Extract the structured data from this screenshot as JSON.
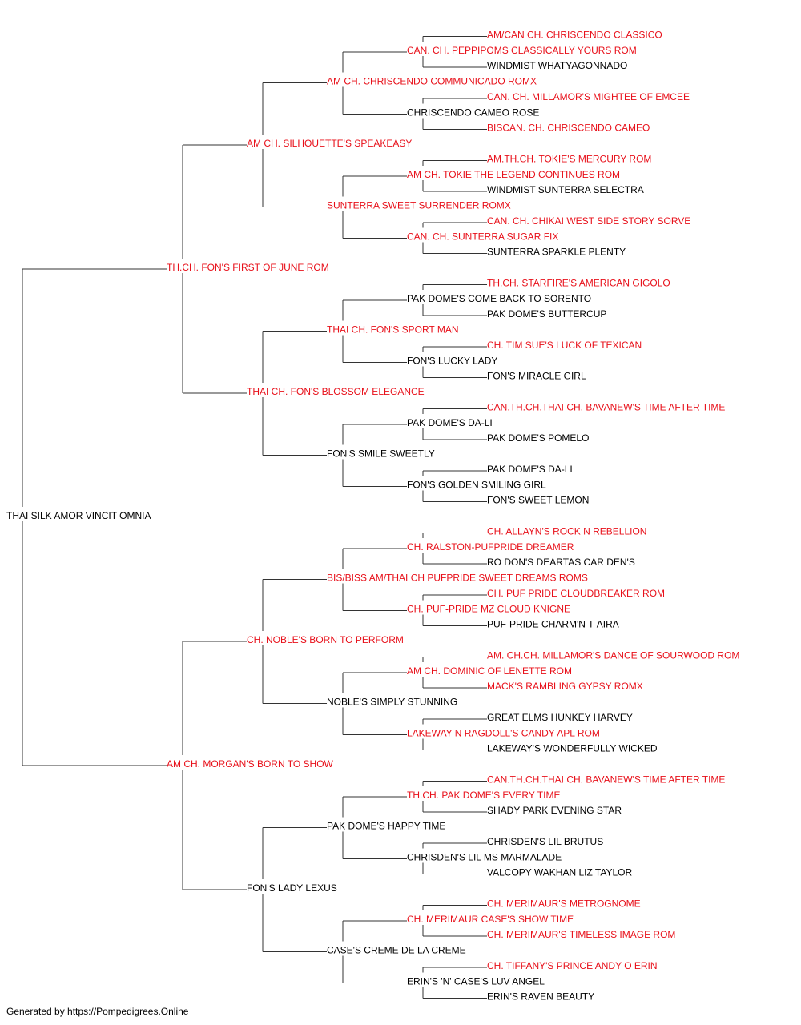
{
  "colors": {
    "champion": "#e8101a",
    "normal": "#000000",
    "lines": "#333333"
  },
  "footer": "Generated by https://Pompedigrees.Online",
  "pedigree": {
    "name": "THAI SILK AMOR VINCIT OMNIA",
    "champion": false,
    "sire": {
      "name": "TH.CH. FON'S FIRST OF JUNE ROM",
      "champion": true,
      "sire": {
        "name": "AM CH. SILHOUETTE'S SPEAKEASY",
        "champion": true,
        "sire": {
          "name": "AM CH. CHRISCENDO COMMUNICADO ROMX",
          "champion": true,
          "sire": {
            "name": "CAN. CH. PEPPIPOMS CLASSICALLY YOURS ROM",
            "champion": true,
            "sire": {
              "name": "AM/CAN CH. CHRISCENDO CLASSICO",
              "champion": true
            },
            "dam": {
              "name": "WINDMIST WHATYAGONNADO",
              "champion": false
            }
          },
          "dam": {
            "name": "CHRISCENDO CAMEO ROSE",
            "champion": false,
            "sire": {
              "name": "CAN. CH. MILLAMOR'S MIGHTEE OF EMCEE",
              "champion": true
            },
            "dam": {
              "name": "BISCAN. CH. CHRISCENDO CAMEO",
              "champion": true
            }
          }
        },
        "dam": {
          "name": "SUNTERRA SWEET SURRENDER ROMX",
          "champion": true,
          "sire": {
            "name": "AM CH. TOKIE THE LEGEND CONTINUES ROM",
            "champion": true,
            "sire": {
              "name": "AM.TH.CH. TOKIE'S MERCURY ROM",
              "champion": true
            },
            "dam": {
              "name": "WINDMIST SUNTERRA SELECTRA",
              "champion": false
            }
          },
          "dam": {
            "name": "CAN. CH. SUNTERRA SUGAR FIX",
            "champion": true,
            "sire": {
              "name": "CAN. CH. CHIKAI WEST SIDE STORY SORVE",
              "champion": true
            },
            "dam": {
              "name": "SUNTERRA SPARKLE PLENTY",
              "champion": false
            }
          }
        }
      },
      "dam": {
        "name": "THAI CH. FON'S BLOSSOM ELEGANCE",
        "champion": true,
        "sire": {
          "name": "THAI CH. FON'S SPORT MAN",
          "champion": true,
          "sire": {
            "name": "PAK DOME'S COME BACK TO SORENTO",
            "champion": false,
            "sire": {
              "name": "TH.CH. STARFIRE'S AMERICAN GIGOLO",
              "champion": true
            },
            "dam": {
              "name": "PAK DOME'S BUTTERCUP",
              "champion": false
            }
          },
          "dam": {
            "name": "FON'S LUCKY LADY",
            "champion": false,
            "sire": {
              "name": "CH. TIM SUE'S LUCK OF TEXICAN",
              "champion": true
            },
            "dam": {
              "name": "FON'S MIRACLE GIRL",
              "champion": false
            }
          }
        },
        "dam": {
          "name": "FON'S SMILE SWEETLY",
          "champion": false,
          "sire": {
            "name": "PAK DOME'S DA-LI",
            "champion": false,
            "sire": {
              "name": "CAN.TH.CH.THAI CH. BAVANEW'S TIME AFTER TIME",
              "champion": true
            },
            "dam": {
              "name": "PAK DOME'S POMELO",
              "champion": false
            }
          },
          "dam": {
            "name": "FON'S GOLDEN SMILING GIRL",
            "champion": false,
            "sire": {
              "name": "PAK DOME'S DA-LI",
              "champion": false
            },
            "dam": {
              "name": "FON'S SWEET LEMON",
              "champion": false
            }
          }
        }
      }
    },
    "dam": {
      "name": "AM CH. MORGAN'S BORN TO SHOW",
      "champion": true,
      "sire": {
        "name": "CH. NOBLE'S BORN TO PERFORM",
        "champion": true,
        "sire": {
          "name": "BIS/BISS AM/THAI CH PUFPRIDE SWEET DREAMS ROMS",
          "champion": true,
          "sire": {
            "name": "CH. RALSTON-PUFPRIDE DREAMER",
            "champion": true,
            "sire": {
              "name": "CH. ALLAYN'S ROCK N REBELLION",
              "champion": true
            },
            "dam": {
              "name": "RO DON'S DEARTAS CAR DEN'S",
              "champion": false
            }
          },
          "dam": {
            "name": "CH. PUF-PRIDE MZ CLOUD KNIGNE",
            "champion": true,
            "sire": {
              "name": "CH. PUF PRIDE CLOUDBREAKER ROM",
              "champion": true
            },
            "dam": {
              "name": "PUF-PRIDE CHARM'N T-AIRA",
              "champion": false
            }
          }
        },
        "dam": {
          "name": "NOBLE'S SIMPLY STUNNING",
          "champion": false,
          "sire": {
            "name": "AM CH. DOMINIC OF LENETTE ROM",
            "champion": true,
            "sire": {
              "name": "AM. CH.CH. MILLAMOR'S DANCE OF SOURWOOD ROM",
              "champion": true
            },
            "dam": {
              "name": "MACK'S RAMBLING GYPSY ROMX",
              "champion": true
            }
          },
          "dam": {
            "name": "LAKEWAY N RAGDOLL'S CANDY APL ROM",
            "champion": true,
            "sire": {
              "name": "GREAT ELMS HUNKEY HARVEY",
              "champion": false
            },
            "dam": {
              "name": "LAKEWAY'S WONDERFULLY WICKED",
              "champion": false
            }
          }
        }
      },
      "dam": {
        "name": "FON'S LADY LEXUS",
        "champion": false,
        "sire": {
          "name": "PAK DOME'S HAPPY TIME",
          "champion": false,
          "sire": {
            "name": "TH.CH. PAK DOME'S EVERY TIME",
            "champion": true,
            "sire": {
              "name": "CAN.TH.CH.THAI CH. BAVANEW'S TIME AFTER TIME",
              "champion": true
            },
            "dam": {
              "name": "SHADY PARK EVENING STAR",
              "champion": false
            }
          },
          "dam": {
            "name": "CHRISDEN'S LIL MS MARMALADE",
            "champion": false,
            "sire": {
              "name": "CHRISDEN'S LIL BRUTUS",
              "champion": false
            },
            "dam": {
              "name": "VALCOPY WAKHAN LIZ TAYLOR",
              "champion": false
            }
          }
        },
        "dam": {
          "name": "CASE'S CREME DE LA CREME",
          "champion": false,
          "sire": {
            "name": "CH. MERIMAUR CASE'S SHOW TIME",
            "champion": true,
            "sire": {
              "name": "CH. MERIMAUR'S METROGNOME",
              "champion": true
            },
            "dam": {
              "name": "CH. MERIMAUR'S TIMELESS IMAGE ROM",
              "champion": true
            }
          },
          "dam": {
            "name": "ERIN'S 'N' CASE'S LUV ANGEL",
            "champion": false,
            "sire": {
              "name": "CH. TIFFANY'S PRINCE ANDY O ERIN",
              "champion": true
            },
            "dam": {
              "name": "ERIN'S RAVEN BEAUTY",
              "champion": false
            }
          }
        }
      }
    }
  }
}
